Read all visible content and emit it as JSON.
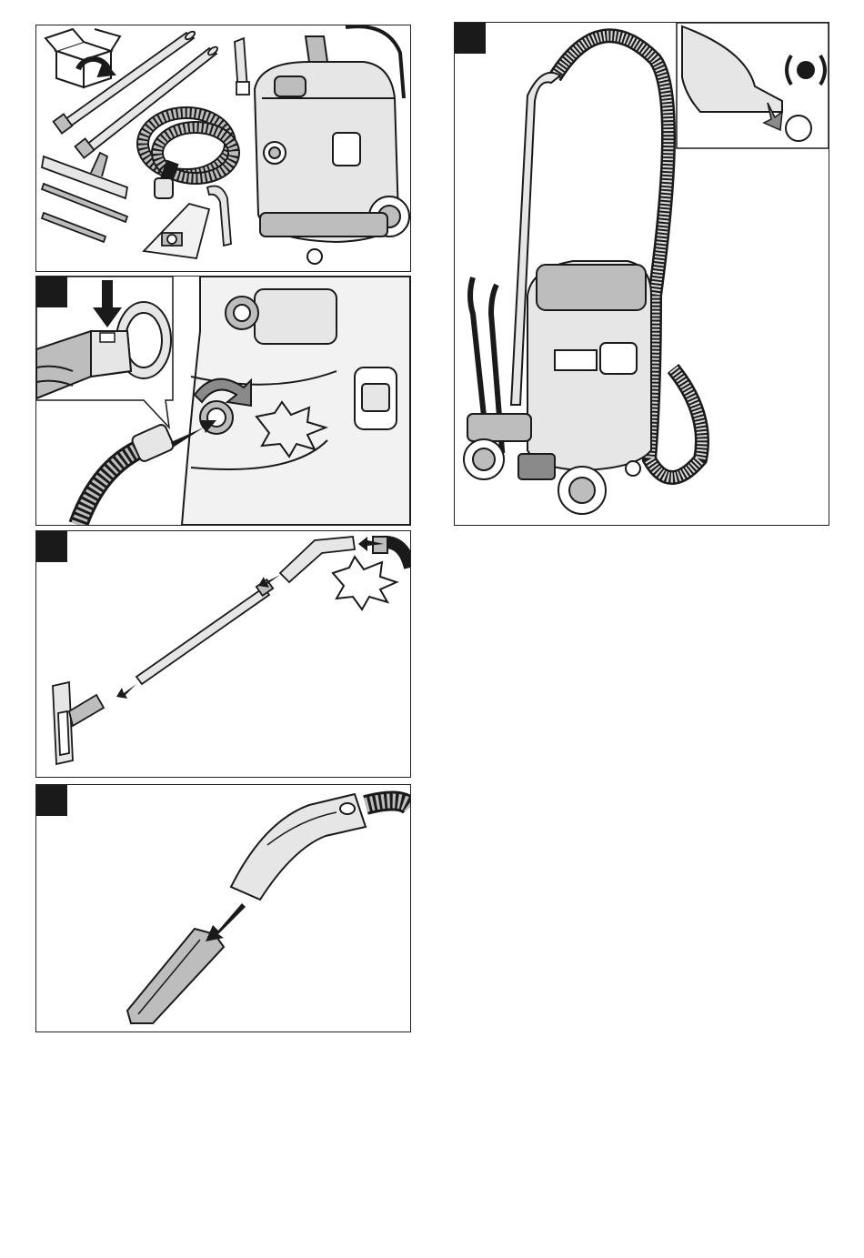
{
  "colors": {
    "line": "#1a1a1a",
    "fill_light": "#e6e6e6",
    "fill_mid": "#bdbdbd",
    "fill_dark": "#8a8a8a",
    "badge": "#1a1a1a"
  },
  "panels": [
    {
      "id": "unpack",
      "icon": "box-unpack-icon",
      "badge": false
    },
    {
      "id": "hose-connect",
      "icon": "hose-socket-icon",
      "badge": true
    },
    {
      "id": "wand-assembly",
      "icon": "suction-tube-icon",
      "badge": true
    },
    {
      "id": "crevice-nozzle",
      "icon": "crevice-nozzle-icon",
      "badge": true
    },
    {
      "id": "ready-vacuum",
      "icon": "vacuum-cleaner-icon",
      "badge": true
    }
  ]
}
